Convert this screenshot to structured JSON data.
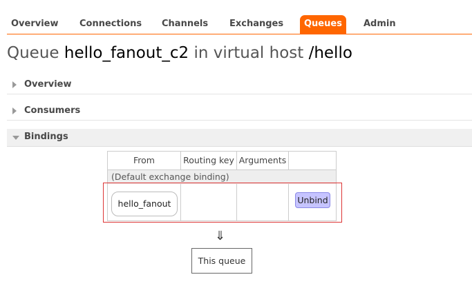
{
  "nav": {
    "tabs": [
      {
        "label": "Overview"
      },
      {
        "label": "Connections"
      },
      {
        "label": "Channels"
      },
      {
        "label": "Exchanges"
      },
      {
        "label": "Queues",
        "active": true
      },
      {
        "label": "Admin"
      }
    ]
  },
  "heading": {
    "prefix": "Queue",
    "queue_name": "hello_fanout_c2",
    "middle": "in virtual host",
    "vhost": "/hello"
  },
  "sections": {
    "overview": "Overview",
    "consumers": "Consumers",
    "bindings": "Bindings"
  },
  "bindings_table": {
    "columns": [
      "From",
      "Routing key",
      "Arguments",
      ""
    ],
    "default_row": "(Default exchange binding)",
    "rows": [
      {
        "from": "hello_fanout",
        "routing_key": "",
        "arguments": "",
        "action": "Unbind"
      }
    ]
  },
  "flow": {
    "arrow": "⇓",
    "target": "This queue"
  },
  "colors": {
    "accent": "#ff6600",
    "unbind_button": "#c6c4ff",
    "highlight": "#dd3333"
  }
}
